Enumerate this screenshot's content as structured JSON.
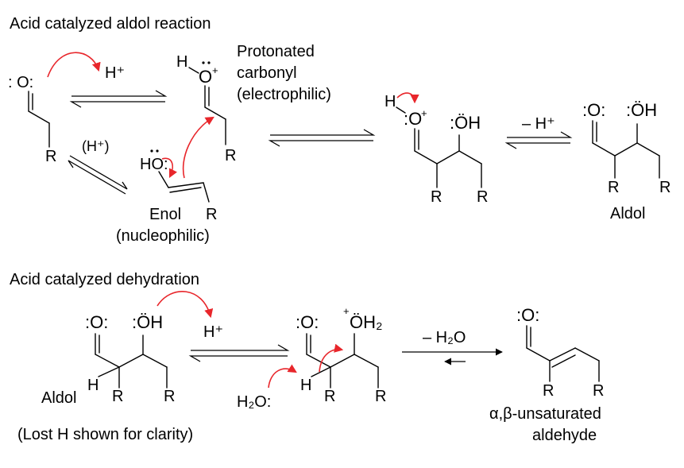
{
  "section1": {
    "title": "Acid catalyzed aldol reaction",
    "reactant_o": ": O:",
    "r": "R",
    "h_plus": "H⁺",
    "h_plus_paren": "(H⁺)",
    "protonated_note": [
      "Protonated",
      "carbonyl",
      "(electrophilic)"
    ],
    "enol_ho": "HO:",
    "enol_note": [
      "Enol",
      "(nucleophilic)"
    ],
    "minus_h_plus": "– H⁺",
    "aldol": "Aldol"
  },
  "section2": {
    "title": "Acid catalyzed dehydration",
    "h_plus": "H⁺",
    "aldol": "Aldol",
    "lost_h_note": "(Lost H shown for clarity)",
    "water": "H₂O:",
    "minus_water": "– H₂O",
    "product_note": [
      "α,β-unsaturated",
      "aldehyde"
    ]
  }
}
